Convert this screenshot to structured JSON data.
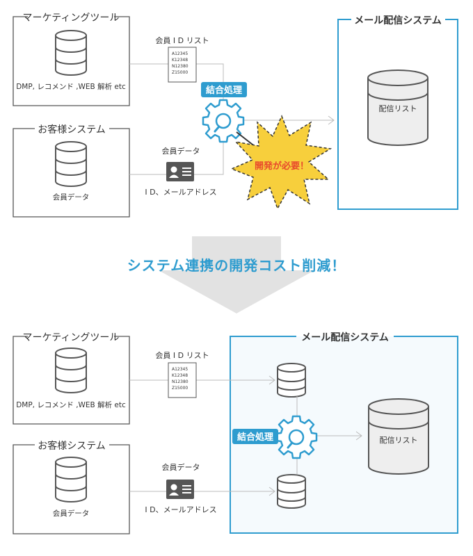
{
  "before": {
    "marketing_title": "マーケティングツール",
    "marketing_caption": "DMP, レコメンド ,WEB 解析 etc",
    "customer_title": "お客様システム",
    "customer_caption": "会員データ",
    "mail_title": "メール配信システム",
    "mail_db_label": "配信リスト",
    "id_list_label": "会員 I D リスト",
    "id_list_items": [
      "A12345",
      "K12348",
      "N12380",
      "Z15000"
    ],
    "member_data_label": "会員データ",
    "member_data_sub": "I D、メールアドレス",
    "join_label": "結合処理",
    "burst_label": "開発が必要！"
  },
  "transition_text": "システム連携の開発コスト削減！",
  "after": {
    "marketing_title": "マーケティングツール",
    "marketing_caption": "DMP, レコメンド ,WEB 解析 etc",
    "customer_title": "お客様システム",
    "customer_caption": "会員データ",
    "mail_title": "メール配信システム",
    "mail_db_label": "配信リスト",
    "id_list_label": "会員 I D リスト",
    "id_list_items": [
      "A12345",
      "K12348",
      "N12380",
      "Z15000"
    ],
    "member_data_label": "会員データ",
    "member_data_sub": "I D、メールアドレス",
    "join_label": "結合処理"
  },
  "colors": {
    "accent": "#2e9ccf",
    "line": "#bbbbbb",
    "box_border": "#555555",
    "burst_fill": "#f7cf3c",
    "burst_text": "#e8492c",
    "arrow_gray": "#e2e2e2",
    "db_fill": "#eeeeee"
  }
}
